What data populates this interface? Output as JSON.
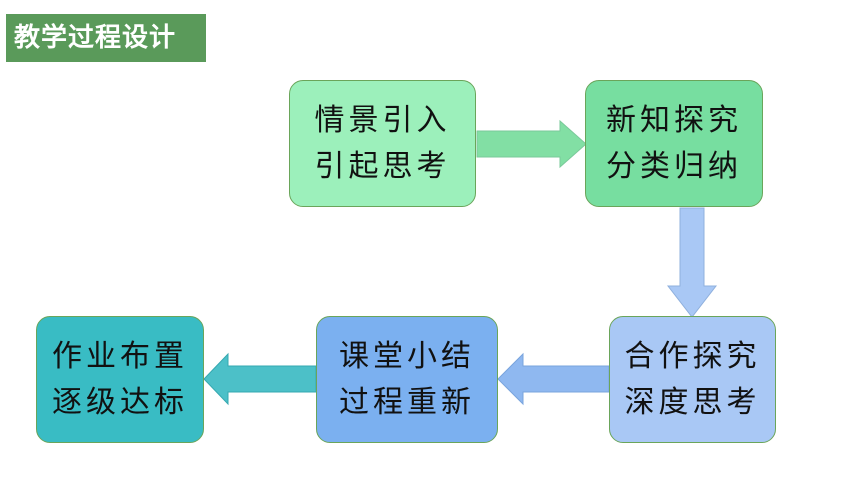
{
  "title": "教学过程设计",
  "steps": [
    {
      "line1": "情景引入",
      "line2": "引起思考"
    },
    {
      "line1": "新知探究",
      "line2": "分类归纳"
    },
    {
      "line1": "合作探究",
      "line2": "深度思考"
    },
    {
      "line1": "课堂小结",
      "line2": "过程重新"
    },
    {
      "line1": "作业布置",
      "line2": "逐级达标"
    }
  ],
  "colors": {
    "title_bg": "#5a9a5a",
    "step1": "#9cf0bb",
    "step2": "#77dea0",
    "step3": "#a9c8f5",
    "step4": "#7bb0f0",
    "step5": "#39bcc4"
  }
}
